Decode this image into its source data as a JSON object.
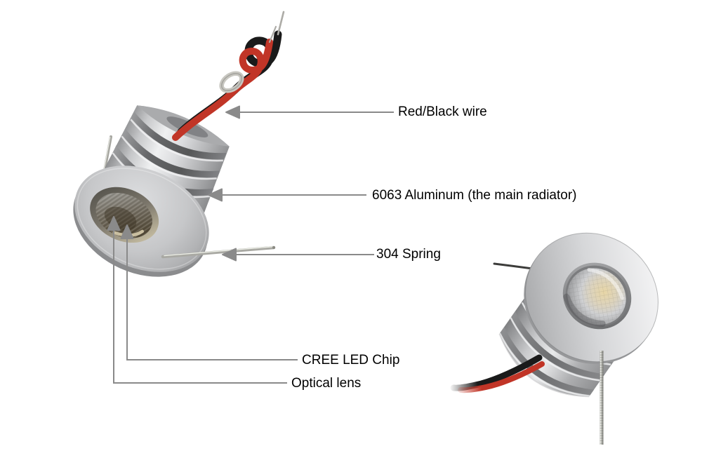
{
  "callouts": [
    {
      "id": "wire",
      "label": "Red/Black wire"
    },
    {
      "id": "radiator",
      "label": "6063 Aluminum (the main radiator)"
    },
    {
      "id": "spring",
      "label": "304 Spring"
    },
    {
      "id": "chip",
      "label": "CREE LED Chip"
    },
    {
      "id": "lens",
      "label": "Optical lens"
    }
  ],
  "colors": {
    "background": "#ffffff",
    "text": "#000000",
    "leader_line": "#8a8a8a",
    "wire_red": "#c13527",
    "wire_black": "#1a1a1a",
    "aluminum_silver": "#c9cacc",
    "led_warm_glow": "#e8d6a6"
  }
}
